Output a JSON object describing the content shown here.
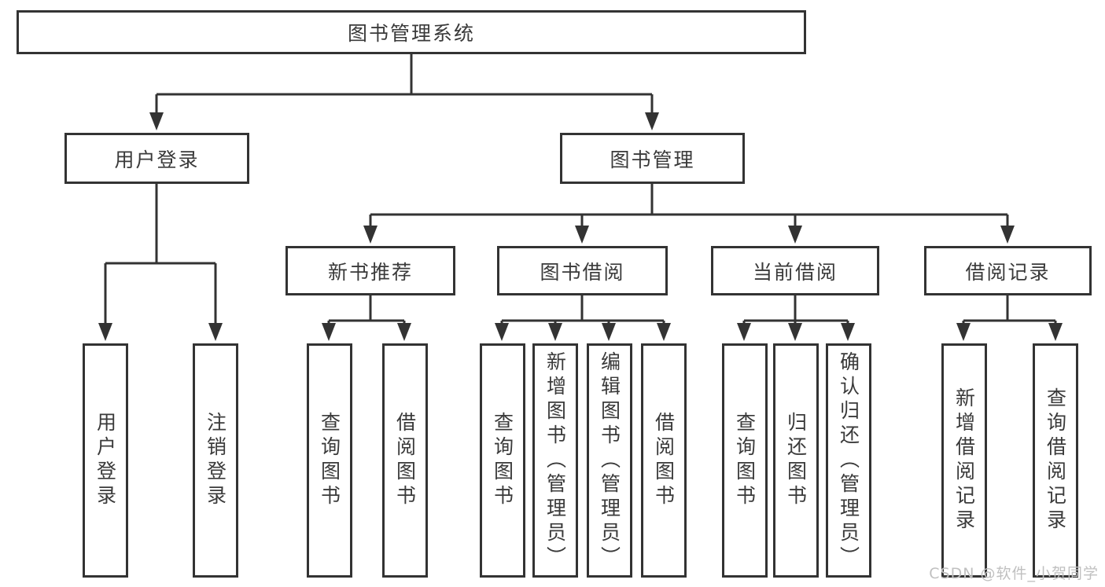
{
  "diagram": {
    "root": {
      "label": "图书管理系统"
    },
    "login": {
      "label": "用户登录",
      "children": [
        {
          "label": "用户登录"
        },
        {
          "label": "注销登录"
        }
      ]
    },
    "management": {
      "label": "图书管理",
      "children": [
        {
          "label": "新书推荐",
          "children": [
            {
              "label": "查询图书"
            },
            {
              "label": "借阅图书"
            }
          ]
        },
        {
          "label": "图书借阅",
          "children": [
            {
              "label": "查询图书"
            },
            {
              "label": "新增图书（管理员）"
            },
            {
              "label": "编辑图书（管理员）"
            },
            {
              "label": "借阅图书"
            }
          ]
        },
        {
          "label": "当前借阅",
          "children": [
            {
              "label": "查询图书"
            },
            {
              "label": "归还图书"
            },
            {
              "label": "确认归还（管理员）"
            }
          ]
        },
        {
          "label": "借阅记录",
          "children": [
            {
              "label": "新增借阅记录"
            },
            {
              "label": "查询借阅记录"
            }
          ]
        }
      ]
    }
  },
  "watermark": {
    "text": "CSDN @软件_小贺同学"
  },
  "colors": {
    "line": "#333333",
    "text": "#3a3a3a",
    "background": "#ffffff",
    "watermark": "#c0c0c0"
  }
}
